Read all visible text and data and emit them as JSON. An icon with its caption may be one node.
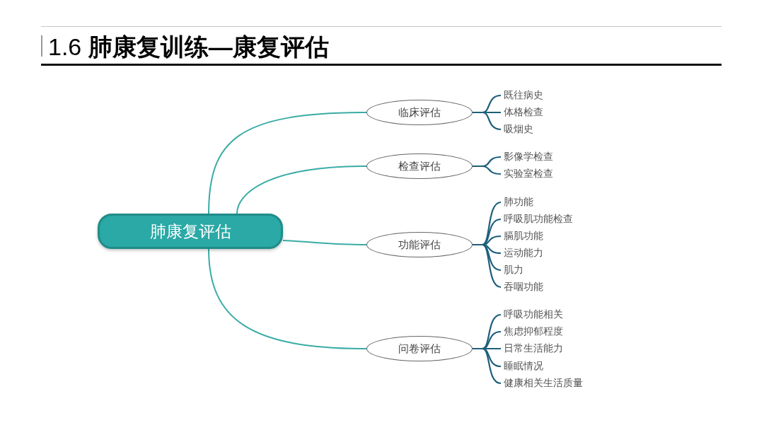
{
  "diagram": {
    "title": "1.6 **肺康复训练—康复评估**",
    "nodes": [
      {
        "text": [
          "肺康复评估"
        ]
      },
      {
        "text": [
          "临床评估"
        ]
      },
      {
        "text": [
          "检查评估"
        ]
      },
      {
        "text": [
          "功能评估"
        ]
      },
      {
        "text": [
          "问卷评估"
        ]
      },
      {
        "text": [
          "既往病史"
        ]
      },
      {
        "text": [
          "体格检查"
        ]
      },
      {
        "text": [
          "吸烟史"
        ]
      },
      {
        "text": [
          "影像学检查"
        ]
      },
      {
        "text": [
          "实验室检查"
        ]
      },
      {
        "text": [
          "肺功能"
        ]
      },
      {
        "text": [
          "呼吸肌功能检查"
        ]
      },
      {
        "text": [
          "膈肌功能"
        ]
      },
      {
        "text": [
          "运动能力"
        ]
      },
      {
        "text": [
          "肌力"
        ]
      },
      {
        "text": [
          "吞咽功能"
        ]
      },
      {
        "text": [
          "呼吸功能相关"
        ]
      },
      {
        "text": [
          "焦虑抑郁程度"
        ]
      },
      {
        "text": [
          "日常生活能力"
        ]
      },
      {
        "text": [
          "睡眠情况"
        ]
      },
      {
        "text": [
          "健康相关生活质量"
        ]
      }
    ],
    "edges": [
      {
        "from": 0,
        "to": 1,
        "arrow": "none",
        "color": "#3aaca6"
      },
      {
        "from": 0,
        "to": 2,
        "arrow": "none",
        "color": "#3aaca6"
      },
      {
        "from": 0,
        "to": 3,
        "arrow": "none",
        "color": "#3aaca6"
      },
      {
        "from": 0,
        "to": 4,
        "arrow": "none",
        "color": "#3aaca6"
      },
      {
        "from": 1,
        "to": 5,
        "arrow": "none"
      },
      {
        "from": 1,
        "to": 6,
        "arrow": "none"
      },
      {
        "from": 1,
        "to": 7,
        "arrow": "none"
      },
      {
        "from": 2,
        "to": 8,
        "arrow": "none"
      },
      {
        "from": 2,
        "to": 9,
        "arrow": "none"
      },
      {
        "from": 3,
        "to": 10,
        "arrow": "none"
      },
      {
        "from": 3,
        "to": 11,
        "arrow": "none"
      },
      {
        "from": 3,
        "to": 12,
        "arrow": "none"
      },
      {
        "from": 3,
        "to": 13,
        "arrow": "none"
      },
      {
        "from": 3,
        "to": 14,
        "arrow": "none"
      },
      {
        "from": 3,
        "to": 15,
        "arrow": "none"
      },
      {
        "from": 4,
        "to": 16,
        "arrow": "none"
      },
      {
        "from": 4,
        "to": 17,
        "arrow": "none"
      },
      {
        "from": 4,
        "to": 18,
        "arrow": "none"
      },
      {
        "from": 4,
        "to": 19,
        "arrow": "none"
      },
      {
        "from": 4,
        "to": 20,
        "arrow": "none"
      }
    ]
  }
}
